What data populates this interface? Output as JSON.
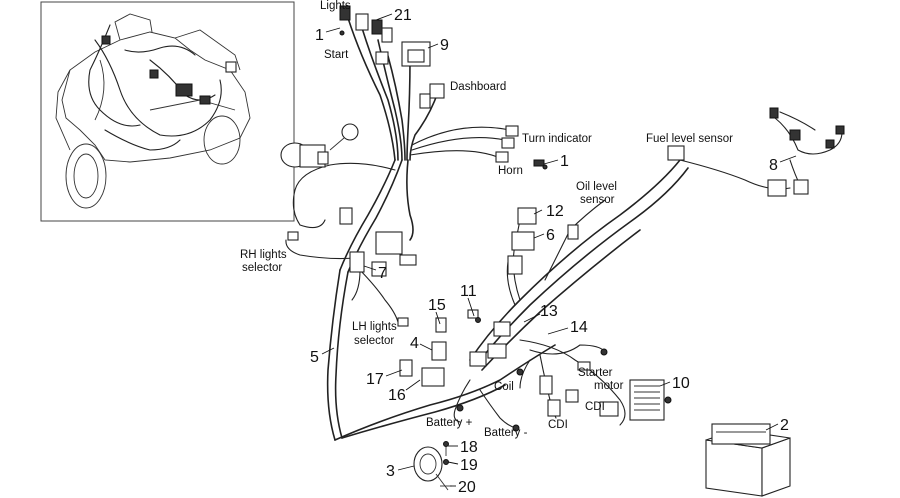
{
  "labels": {
    "lights": "Lights",
    "start": "Start",
    "dashboard": "Dashboard",
    "turn_indicator": "Turn indicator",
    "horn": "Horn",
    "fuel_level_sensor": "Fuel level sensor",
    "oil_level_sensor_line1": "Oil level",
    "oil_level_sensor_line2": "sensor",
    "rh_lights_selector_line1": "RH lights",
    "rh_lights_selector_line2": "selector",
    "lh_lights_selector_line1": "LH lights",
    "lh_lights_selector_line2": "selector",
    "coil": "Coil",
    "starter_motor_line1": "Starter",
    "starter_motor_line2": "motor",
    "cdi_upper": "CDI",
    "cdi_lower": "CDI",
    "battery_plus": "Battery +",
    "battery_minus": "Battery -"
  },
  "callouts": {
    "n1a": "1",
    "n21": "21",
    "n9": "9",
    "n1b": "1",
    "n8": "8",
    "n12": "12",
    "n6": "6",
    "n7": "7",
    "n11": "11",
    "n15": "15",
    "n13": "13",
    "n14": "14",
    "n5": "5",
    "n4": "4",
    "n17": "17",
    "n16": "16",
    "n10": "10",
    "n2": "2",
    "n18": "18",
    "n19": "19",
    "n3": "3",
    "n20": "20"
  }
}
